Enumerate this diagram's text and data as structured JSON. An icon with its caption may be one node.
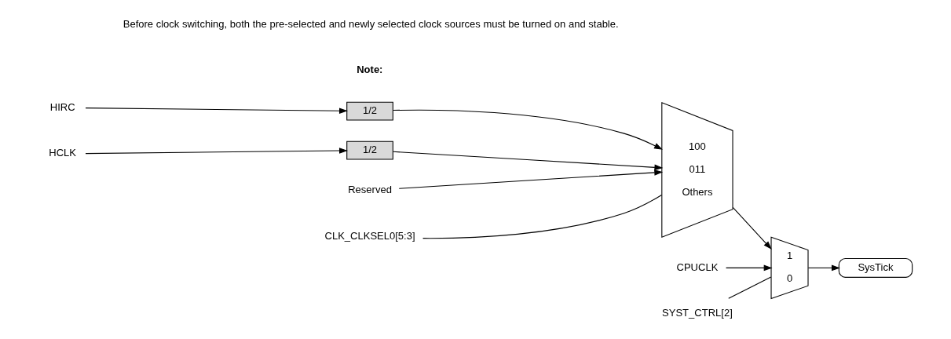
{
  "diagram": {
    "nodes": [
      {
        "text": [
          "HIRC"
        ]
      },
      {
        "text": [
          "1/2"
        ]
      },
      {
        "text": [
          "HCLK"
        ]
      },
      {
        "text": [
          "1/2"
        ]
      },
      {
        "text": [
          "Reserved"
        ]
      },
      {
        "text": [
          "100",
          "011",
          "Others"
        ]
      },
      {
        "text": [
          "CLK_CLKSEL0[5:3]"
        ]
      },
      {
        "text": [
          "CPUCLK"
        ]
      },
      {
        "text": [
          "1",
          "0"
        ]
      },
      {
        "text": [
          "SYST_CTRL[2]"
        ]
      },
      {
        "text": [
          "SysTick"
        ]
      }
    ],
    "edges": [
      {
        "from": 0,
        "to": 1,
        "arrow": "to"
      },
      {
        "from": 1,
        "to": 5,
        "arrow": "to"
      },
      {
        "from": 2,
        "to": 3,
        "arrow": "to"
      },
      {
        "from": 3,
        "to": 5,
        "arrow": "to"
      },
      {
        "from": 4,
        "to": 5,
        "arrow": "to"
      },
      {
        "from": 6,
        "to": 5,
        "arrow": "none"
      },
      {
        "from": 7,
        "to": 8,
        "arrow": "to"
      },
      {
        "from": 5,
        "to": 8,
        "arrow": "to"
      },
      {
        "from": 9,
        "to": 8,
        "arrow": "none"
      },
      {
        "from": 8,
        "to": 10,
        "arrow": "to"
      }
    ],
    "labels": [
      "Note:",
      "Before clock switching, both the pre-selected and newly selected clock sources must be turned on and stable."
    ]
  }
}
